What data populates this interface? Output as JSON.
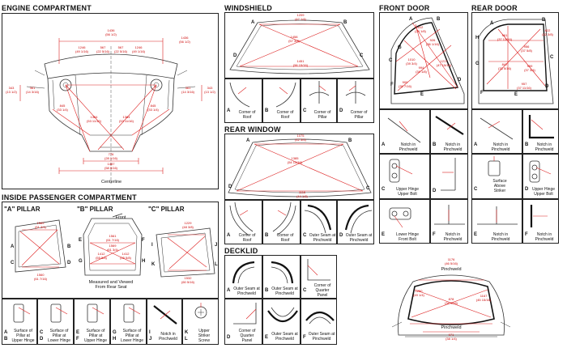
{
  "sections": {
    "engine": {
      "title": "ENGINE COMPARTMENT",
      "dims": [
        "1436\n(56 1/2)",
        "1246\n(49 1/16)",
        "567\n(22 5/16)",
        "567\n(22 5/16)",
        "1246\n(49 1/16)",
        "1436\n(56 1/2)",
        "343\n(13 1/2)",
        "361\n(14 3/16)",
        "361\n(14 3/16)",
        "343\n(13 1/2)",
        "845\n(33 1/4)",
        "845\n(33 1/4)",
        "1364\n(53 11/16)",
        "1364\n(53 11/16)",
        "776\n(28 1/16)",
        "1487\n(58 9/16)"
      ],
      "centerline": "Centerline"
    },
    "windshield": {
      "title": "WINDSHIELD",
      "dims": [
        "1209\n(47 1/4)",
        "1458\n(57 3/8)",
        "1451\n(56 15/16)"
      ],
      "letters": [
        "A",
        "B",
        "C",
        "D"
      ],
      "captions": [
        {
          "letter": "A",
          "text": "Corner of\nRoof"
        },
        {
          "letter": "B",
          "text": "Corner of\nRoof"
        },
        {
          "letter": "C",
          "text": "Corner of\nPillar"
        },
        {
          "letter": "D",
          "text": "Corner of\nPillar"
        }
      ]
    },
    "rear_window": {
      "title": "REAR WINDOW",
      "dims": [
        "1075\n(42 3/4)",
        "1385\n(54 15/16)",
        "1116\n(44 1/8)"
      ],
      "letters": [
        "A",
        "B",
        "C",
        "D"
      ],
      "captions": [
        {
          "letter": "A",
          "text": "Corner of\nRoof"
        },
        {
          "letter": "B",
          "text": "Corner of\nRoof"
        },
        {
          "letter": "C",
          "text": "Outer Seam at\nPinchweld"
        },
        {
          "letter": "D",
          "text": "Outer Seam at\nPinchweld"
        }
      ]
    },
    "decklid": {
      "title": "DECKLID",
      "captions": [
        {
          "letter": "A",
          "text": "Outer Seam at\nPinchweld"
        },
        {
          "letter": "B",
          "text": "Outer Seam at\nPinchweld"
        },
        {
          "letter": "C",
          "text": "Corner of\nQuarter\nPanel"
        },
        {
          "letter": "D",
          "text": "Corner of\nQuarter\nPanel"
        },
        {
          "letter": "E",
          "text": "Outer Seam at\nPinchweld"
        },
        {
          "letter": "F",
          "text": "Outer Seam at\nPinchweld"
        }
      ],
      "main": {
        "dims": [
          "1176\n(46 5/16)",
          "1250\n(49 1/4)",
          "878\n(34 9/16)",
          "1167\n(45 15/16)",
          "971\n(38 1/4)"
        ],
        "pinchweld_top": "Pinchweld",
        "pinchweld_bottom": "Pinchweld"
      }
    },
    "front_door": {
      "title": "FRONT DOOR",
      "dims": [
        "612\n(24 1/8)",
        "1010\n(39 3/4)",
        "1217\n(47 15/16)",
        "926\n(36 1/16)",
        "994\n(39 1/8)",
        "900\n(35 7/16)"
      ],
      "letters": [
        "A",
        "B",
        "C",
        "D",
        "E",
        "F",
        "G"
      ],
      "captions": [
        {
          "letter": "A",
          "text": "Notch in\nPinchweld"
        },
        {
          "letter": "B",
          "text": "Notch in\nPinchweld"
        },
        {
          "letter": "C",
          "text": "Upper Hinge\nUpper Bolt"
        },
        {
          "letter": "D",
          "text": ""
        },
        {
          "letter": "E",
          "text": "Lower Hinge\nFront Bolt"
        },
        {
          "letter": "F",
          "text": "Notch in\nPinchweld"
        }
      ]
    },
    "rear_door": {
      "title": "REAR DOOR",
      "dims": [
        "822\n(32 3/8)",
        "961\n(37 13/16)",
        "956\n(37 5/8)",
        "847\n(33 5/16)",
        "959\n(37 3/4)",
        "957\n(37 11/16)"
      ],
      "letters": [
        "A",
        "B",
        "C",
        "D",
        "E",
        "F",
        "G",
        "H"
      ],
      "captions": [
        {
          "letter": "A",
          "text": "Notch in\nPinchweld"
        },
        {
          "letter": "B",
          "text": "Notch in\nPinchweld"
        },
        {
          "letter": "C",
          "text": "Surface\nAbove\nStriker"
        },
        {
          "letter": "D",
          "text": "Upper Hinge\nUpper Bolt"
        },
        {
          "letter": "E",
          "text": "Notch in\nPinchweld"
        },
        {
          "letter": "F",
          "text": "Notch in\nPinchweld"
        }
      ]
    },
    "inside": {
      "title": "INSIDE PASSENGER COMPARTMENT",
      "a_pillar": {
        "title": "\"A\" PILLAR",
        "dims": [
          "1569\n(61 3/4)",
          "1560\n(61 7/16)"
        ]
      },
      "b_pillar": {
        "title": "\"B\" PILLAR",
        "front": "Front",
        "dims": [
          "1561\n(61 7/16)",
          "1569\n(61 3/4)",
          "1412\n(55 5/8)",
          "1412\n(55 5/8)"
        ],
        "note": "Measured and Viewed\nFrom Rear Seat"
      },
      "c_pillar": {
        "title": "\"C\" PILLAR",
        "dims": [
          "1229\n(48 3/8)",
          "1532\n(60 5/16)"
        ]
      },
      "captions": [
        {
          "letter": "A",
          "text": "Surface of\nPillar at\nUpper Hinge"
        },
        {
          "letter": "C",
          "text": "Surface of\nPillar at\nLower Hinge"
        },
        {
          "letter": "E",
          "text": "Surface of\nPillar at\nUpper Hinge"
        },
        {
          "letter": "G",
          "text": "Surface of\nPillar at\nLower Hinge"
        },
        {
          "letter": "I",
          "text": "Notch in\nPinchweld"
        },
        {
          "letter": "K",
          "text": "Upper\nStriker\nScrew"
        }
      ],
      "cap_letters2": [
        "B",
        "D",
        "F",
        "H",
        "J",
        "L"
      ]
    }
  }
}
